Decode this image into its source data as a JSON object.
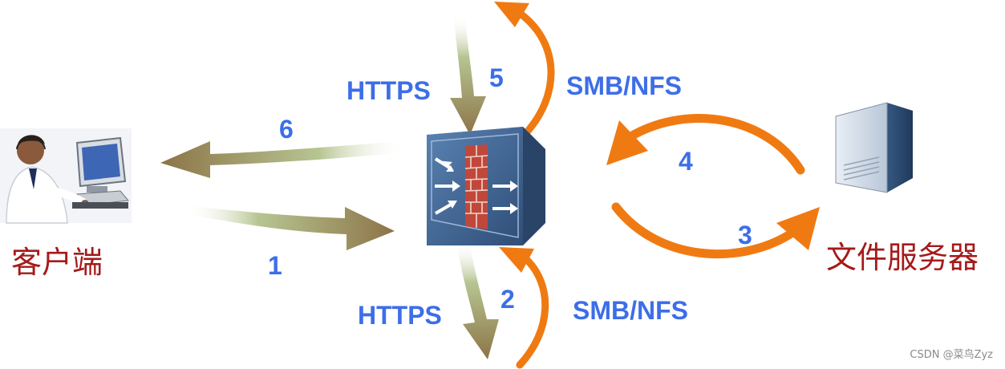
{
  "nodes": {
    "client": "客户端",
    "server": "文件服务器"
  },
  "labels": {
    "https_top": "HTTPS",
    "https_bottom": "HTTPS",
    "smb_top": "SMB/NFS",
    "smb_bottom": "SMB/NFS"
  },
  "steps": [
    "1",
    "2",
    "3",
    "4",
    "5",
    "6"
  ],
  "watermark": "CSDN @菜鸟Zyz",
  "colors": {
    "label_blue": "#3d6ee8",
    "node_red": "#a51a1a",
    "orange_arrow": "#f07a12",
    "olive_arrow": "#8f7a45",
    "firewall_blue": "#3d5e89",
    "brick": "#c0483a"
  }
}
